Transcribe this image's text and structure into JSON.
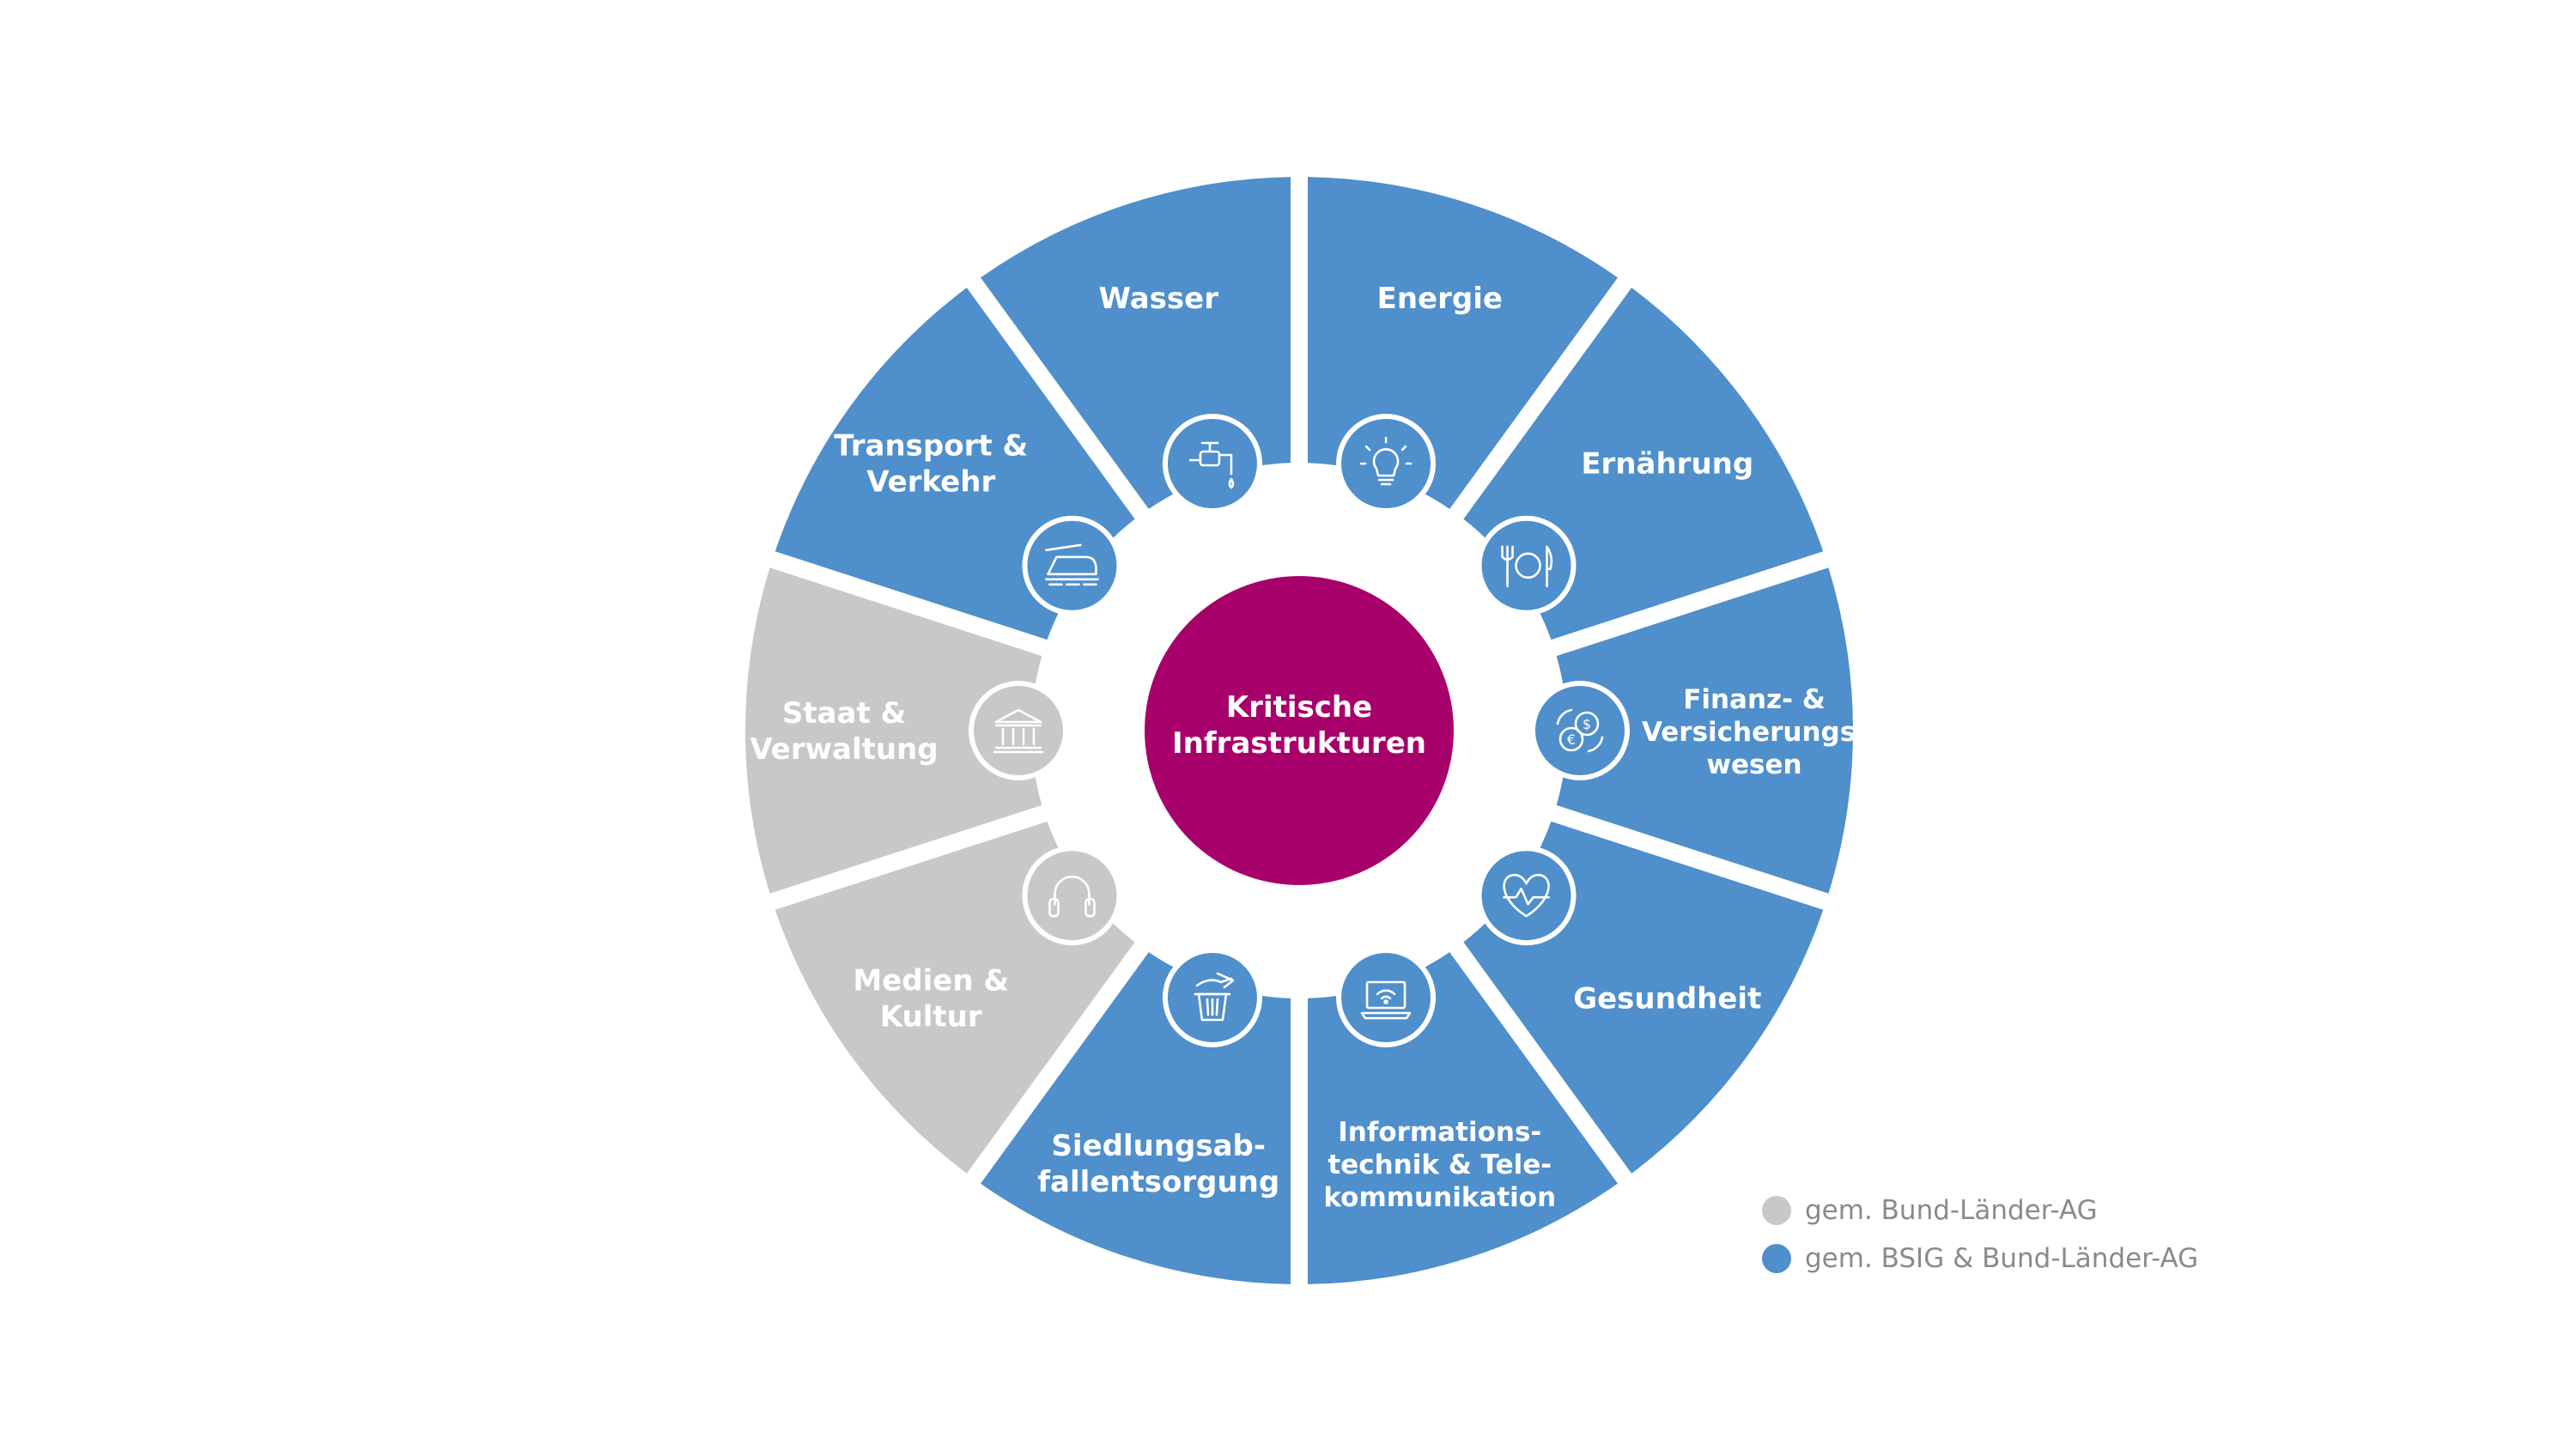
{
  "center": {
    "line1": "Kritische",
    "line2": "Infrastrukturen",
    "color": "#a8006b"
  },
  "colors": {
    "blue": "#4f8fcb",
    "gray": "#c8c8c8"
  },
  "segments": [
    {
      "key": "energie",
      "lines": [
        "Energie"
      ],
      "group": "blue",
      "icon": "lightbulb-icon"
    },
    {
      "key": "ernaehrung",
      "lines": [
        "Ernährung"
      ],
      "group": "blue",
      "icon": "cutlery-icon"
    },
    {
      "key": "finanz",
      "lines": [
        "Finanz- &",
        "Versicherungs-",
        "wesen"
      ],
      "group": "blue",
      "icon": "currency-exchange-icon"
    },
    {
      "key": "gesundheit",
      "lines": [
        "Gesundheit"
      ],
      "group": "blue",
      "icon": "heart-pulse-icon"
    },
    {
      "key": "it",
      "lines": [
        "Informations-",
        "technik & Tele-",
        "kommunikation"
      ],
      "group": "blue",
      "icon": "laptop-wifi-icon"
    },
    {
      "key": "siedlung",
      "lines": [
        "Siedlungsab-",
        "fallentsorgung"
      ],
      "group": "blue",
      "icon": "waste-bin-icon"
    },
    {
      "key": "medien",
      "lines": [
        "Medien &",
        "Kultur"
      ],
      "group": "gray",
      "icon": "headphones-icon"
    },
    {
      "key": "staat",
      "lines": [
        "Staat &",
        "Verwaltung"
      ],
      "group": "gray",
      "icon": "government-building-icon"
    },
    {
      "key": "transport",
      "lines": [
        "Transport &",
        "Verkehr"
      ],
      "group": "blue",
      "icon": "train-icon"
    },
    {
      "key": "wasser",
      "lines": [
        "Wasser"
      ],
      "group": "blue",
      "icon": "water-tap-icon"
    }
  ],
  "legend": [
    {
      "label": "gem. Bund-Länder-AG",
      "group": "gray"
    },
    {
      "label": "gem. BSIG & Bund-Länder-AG",
      "group": "blue"
    }
  ]
}
